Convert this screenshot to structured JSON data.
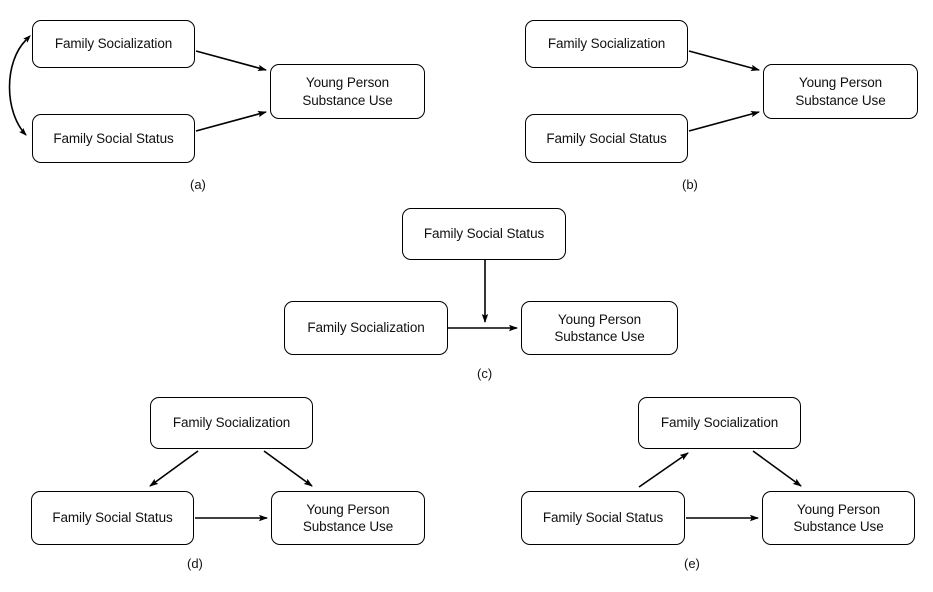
{
  "figure": {
    "background_color": "#ffffff",
    "stroke_color": "#000000",
    "text_color": "#111111",
    "node_labels": {
      "family_socialization": "Family Socialization",
      "family_social_status": "Family Social Status",
      "young_person_substance_use": "Young Person\nSubstance Use"
    }
  },
  "panels": [
    {
      "id": "a",
      "caption": "(a)",
      "nodes": [
        {
          "key": "fs",
          "text": "Family Socialization"
        },
        {
          "key": "fss",
          "text": "Family Social Status"
        },
        {
          "key": "yp",
          "text": "Young Person\nSubstance Use"
        }
      ],
      "edges": [
        {
          "from": "fs",
          "to": "yp",
          "type": "arrow"
        },
        {
          "from": "fss",
          "to": "yp",
          "type": "arrow"
        },
        {
          "from": "fs",
          "to": "fss",
          "type": "curved-double-arrow"
        }
      ]
    },
    {
      "id": "b",
      "caption": "(b)",
      "nodes": [
        {
          "key": "fs",
          "text": "Family Socialization"
        },
        {
          "key": "fss",
          "text": "Family Social Status"
        },
        {
          "key": "yp",
          "text": "Young Person\nSubstance Use"
        }
      ],
      "edges": [
        {
          "from": "fs",
          "to": "yp",
          "type": "arrow"
        },
        {
          "from": "fss",
          "to": "yp",
          "type": "arrow"
        }
      ]
    },
    {
      "id": "c",
      "caption": "(c)",
      "nodes": [
        {
          "key": "fss",
          "text": "Family Social Status"
        },
        {
          "key": "fs",
          "text": "Family Socialization"
        },
        {
          "key": "yp",
          "text": "Young Person\nSubstance Use"
        }
      ],
      "edges": [
        {
          "from": "fs",
          "to": "yp",
          "type": "arrow"
        },
        {
          "from": "fss",
          "to": "fs-yp-path",
          "type": "arrow"
        }
      ]
    },
    {
      "id": "d",
      "caption": "(d)",
      "nodes": [
        {
          "key": "fs",
          "text": "Family Socialization"
        },
        {
          "key": "fss",
          "text": "Family Social Status"
        },
        {
          "key": "yp",
          "text": "Young Person\nSubstance Use"
        }
      ],
      "edges": [
        {
          "from": "fs",
          "to": "fss",
          "type": "arrow"
        },
        {
          "from": "fs",
          "to": "yp",
          "type": "arrow"
        },
        {
          "from": "fss",
          "to": "yp",
          "type": "arrow"
        }
      ]
    },
    {
      "id": "e",
      "caption": "(e)",
      "nodes": [
        {
          "key": "fs",
          "text": "Family Socialization"
        },
        {
          "key": "fss",
          "text": "Family Social Status"
        },
        {
          "key": "yp",
          "text": "Young Person\nSubstance Use"
        }
      ],
      "edges": [
        {
          "from": "fss",
          "to": "fs",
          "type": "arrow"
        },
        {
          "from": "fs",
          "to": "yp",
          "type": "arrow"
        },
        {
          "from": "fss",
          "to": "yp",
          "type": "arrow"
        }
      ]
    }
  ],
  "captions": {
    "a": "(a)",
    "b": "(b)",
    "c": "(c)",
    "d": "(d)",
    "e": "(e)"
  },
  "texts": {
    "a_fs": "Family Socialization",
    "a_fss": "Family Social Status",
    "a_yp": "Young Person\nSubstance Use",
    "b_fs": "Family Socialization",
    "b_fss": "Family Social Status",
    "b_yp": "Young Person\nSubstance Use",
    "c_fss": "Family Social Status",
    "c_fs": "Family Socialization",
    "c_yp": "Young Person\nSubstance Use",
    "d_fs": "Family Socialization",
    "d_fss": "Family Social Status",
    "d_yp": "Young Person\nSubstance Use",
    "e_fs": "Family Socialization",
    "e_fss": "Family Social Status",
    "e_yp": "Young Person\nSubstance Use"
  }
}
